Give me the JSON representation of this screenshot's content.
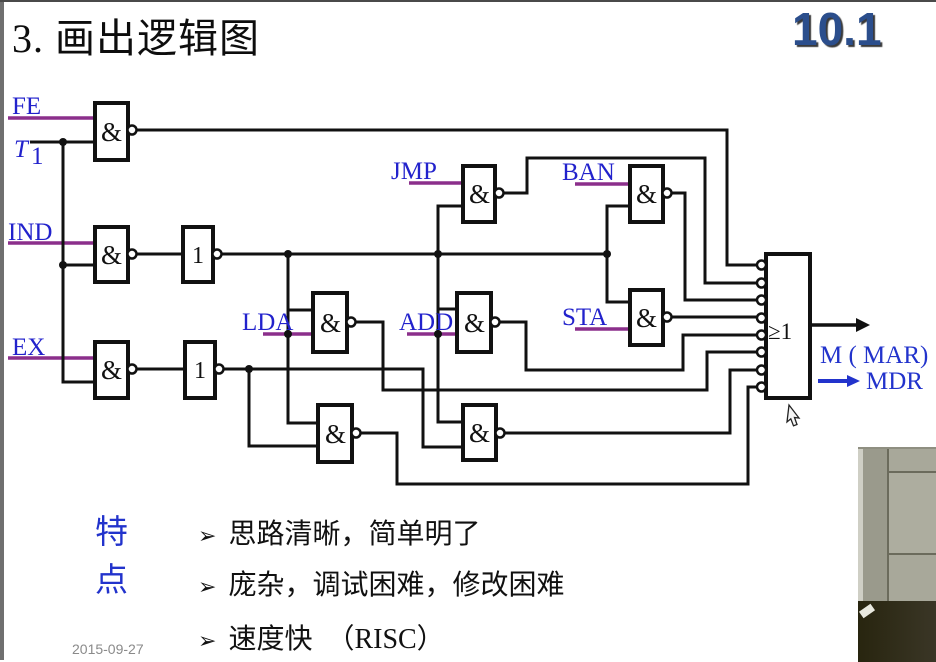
{
  "header": {
    "title": "3. 画出逻辑图",
    "badge": "10.1"
  },
  "circuit": {
    "signals": {
      "fe": "FE",
      "t_base": "T",
      "t_sub": "1",
      "ind": "IND",
      "ex": "EX",
      "jmp": "JMP",
      "ban": "BAN",
      "lda": "LDA",
      "add": "ADD",
      "sta": "STA"
    },
    "gate_symbols": {
      "and": "&",
      "not": "1",
      "or": "≥1"
    },
    "outputs": {
      "line1": "M ( MAR)",
      "line2": "MDR"
    }
  },
  "notes": {
    "heading": "特点",
    "bullet": "➢",
    "items": [
      "思路清晰，简单明了",
      "庞杂，调试困难，修改困难",
      "速度快　（RISC）"
    ]
  },
  "footer": {
    "date": "2015-09-27"
  },
  "colors": {
    "label_blue": "#2222cc",
    "underline_purple": "#8b2f8b",
    "wire_black": "#111111",
    "badge_blue": "#2b4e8c"
  }
}
